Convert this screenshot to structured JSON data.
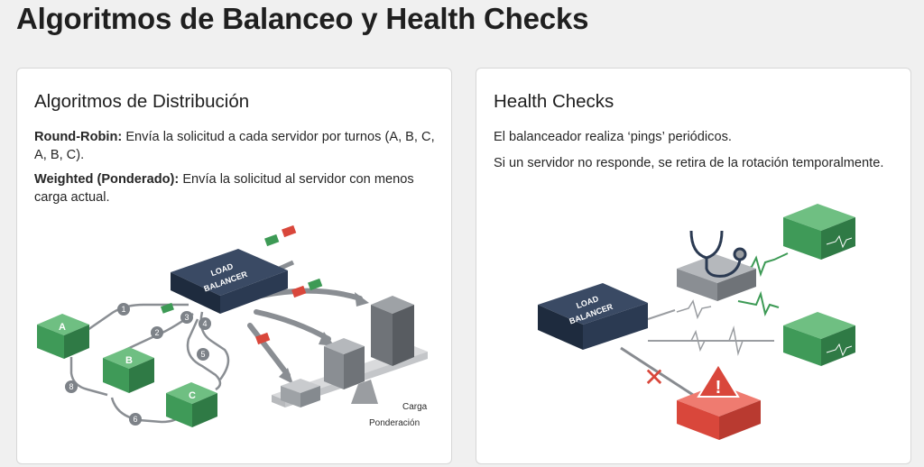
{
  "page": {
    "title": "Algoritmos de Balanceo y Health Checks"
  },
  "left_card": {
    "title": "Algoritmos de Distribución",
    "round_robin": {
      "term": "Round-Robin:",
      "text": " Envía la solicitud a cada servidor por turnos (A, B, C, A, B, C)."
    },
    "weighted": {
      "term": "Weighted (Ponderado):",
      "text": " Envía la solicitud al servidor con menos carga actual."
    },
    "diagram": {
      "load_balancer_line1": "LOAD",
      "load_balancer_line2": "BALANCER",
      "servers": [
        "A",
        "B",
        "C"
      ],
      "step_numbers": [
        "1",
        "2",
        "3",
        "4",
        "5",
        "6",
        "8"
      ],
      "scale_label_1": "Carga",
      "scale_label_2": "Ponderación"
    }
  },
  "right_card": {
    "title": "Health Checks",
    "line1": "El balanceador realiza ‘pings’ periódicos.",
    "line2": "Si un servidor no responde, se retira de la rotación temporalmente.",
    "diagram": {
      "load_balancer_line1": "LOAD",
      "load_balancer_line2": "BALANCER",
      "alert_symbol": "!",
      "fail_symbol": "✕"
    }
  },
  "colors": {
    "navy": "#27374f",
    "green": "#4fa866",
    "green_dark": "#2f7a45",
    "gray_server": "#8e9297",
    "red_alert": "#e2584c",
    "packet_red": "#d9473b",
    "packet_green": "#3d9a55"
  }
}
